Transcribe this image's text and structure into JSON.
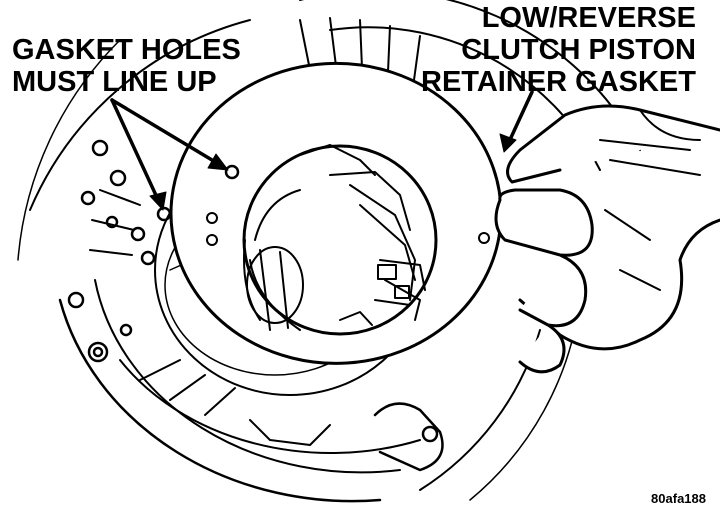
{
  "labels": {
    "holes": [
      "GASKET HOLES",
      "MUST LINE UP"
    ],
    "gasket": [
      "LOW/REVERSE",
      "CLUTCH PISTON",
      "RETAINER GASKET"
    ]
  },
  "figure_id": "80afa188",
  "colors": {
    "ink": "#000000",
    "paper": "#ffffff"
  }
}
